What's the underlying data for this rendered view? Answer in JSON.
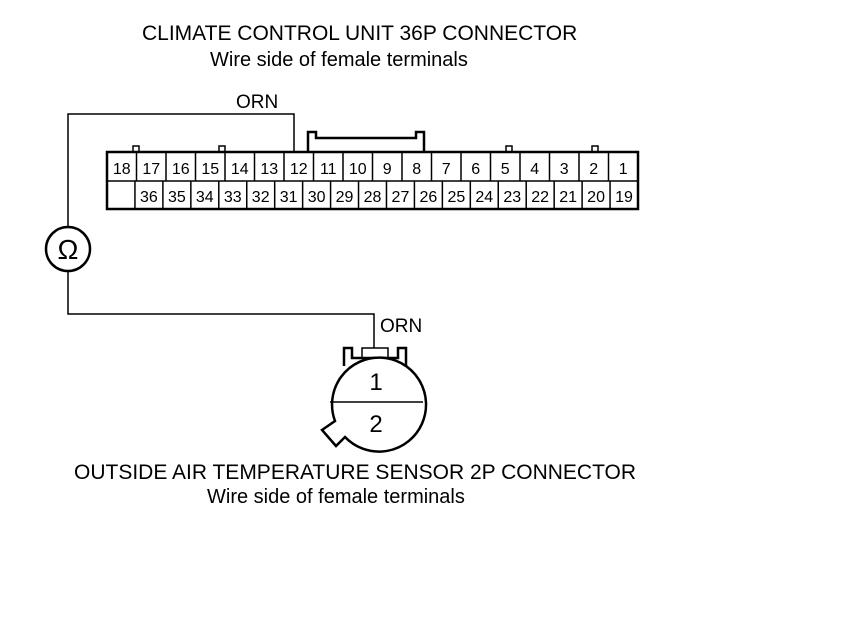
{
  "top_connector": {
    "title": "CLIMATE CONTROL UNIT 36P CONNECTOR",
    "subtitle": "Wire side of female terminals",
    "wire_color": "ORN",
    "row1": [
      "18",
      "17",
      "16",
      "15",
      "14",
      "13",
      "12",
      "11",
      "10",
      "9",
      "8",
      "7",
      "6",
      "5",
      "4",
      "3",
      "2",
      "1"
    ],
    "row2": [
      "",
      "36",
      "35",
      "34",
      "33",
      "32",
      "31",
      "30",
      "29",
      "28",
      "27",
      "26",
      "25",
      "24",
      "23",
      "22",
      "21",
      "20",
      "19"
    ]
  },
  "meter": {
    "symbol": "Ω"
  },
  "bottom_connector": {
    "title": "OUTSIDE AIR TEMPERATURE SENSOR 2P CONNECTOR",
    "subtitle": "Wire side of female terminals",
    "wire_color": "ORN",
    "pins": [
      "1",
      "2"
    ]
  }
}
